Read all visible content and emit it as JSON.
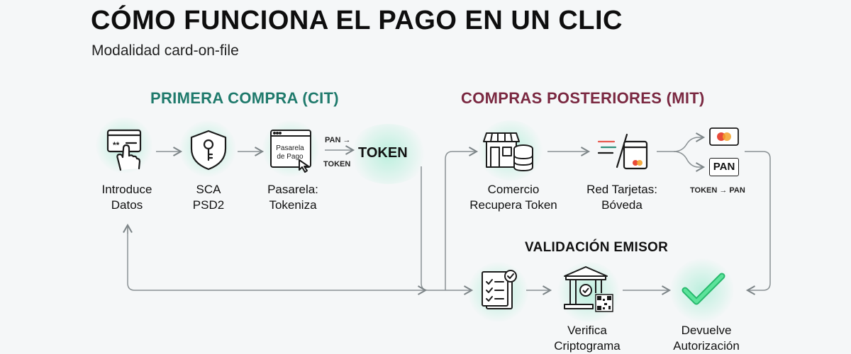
{
  "title": "CÓMO FUNCIONA EL PAGO EN UN CLIC",
  "subtitle": "Modalidad card-on-file",
  "sections": {
    "cit": "PRIMERA COMPRA (CIT)",
    "mit": "COMPRAS POSTERIORES (MIT)",
    "validation": "VALIDACIÓN EMISOR"
  },
  "steps": {
    "introduce": [
      "Introduce",
      "Datos"
    ],
    "sca": [
      "SCA",
      "PSD2"
    ],
    "pasarela": [
      "Pasarela:",
      "Tokeniza"
    ],
    "comercio": [
      "Comercio",
      "Recupera Token"
    ],
    "red": [
      "Red Tarjetas:",
      "Bóveda"
    ],
    "verifica": [
      "Verifica",
      "Criptograma"
    ],
    "devuelve": [
      "Devuelve",
      "Autorización"
    ]
  },
  "pasarela_icon_text": [
    "Pasarela",
    "de Pago"
  ],
  "pan_token_label": [
    "PAN →",
    "TOKEN"
  ],
  "token_label": "TOKEN",
  "pan_box_label": "PAN",
  "token_pan_label": "TOKEN → PAN",
  "colors": {
    "cit": "#1f7a6c",
    "mit": "#7a2841",
    "check": "#2fcf7e",
    "glow": "#7be6be"
  }
}
